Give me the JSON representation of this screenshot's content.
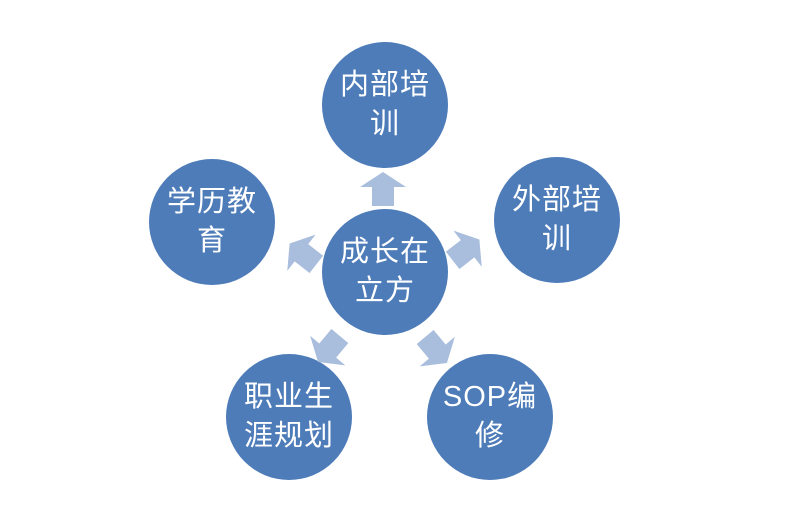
{
  "diagram": {
    "type": "radial-cycle",
    "colors": {
      "node": "#4e7cb9",
      "arrow": "#a9bedd",
      "text": "#ffffff",
      "background": "#ffffff"
    },
    "center": {
      "label": "成长在立方",
      "line1": "成长在",
      "line2": "立方"
    },
    "satellites": [
      {
        "position": "top",
        "label": "内部培训",
        "line1": "内部培",
        "line2": "训"
      },
      {
        "position": "right",
        "label": "外部培训",
        "line1": "外部培",
        "line2": "训"
      },
      {
        "position": "bottom-right",
        "label": "SOP编修",
        "line1": "SOP编",
        "line2": "修"
      },
      {
        "position": "bottom-left",
        "label": "职业生涯规划",
        "line1": "职业生",
        "line2": "涯规划"
      },
      {
        "position": "left",
        "label": "学历教育",
        "line1": "学历教",
        "line2": "育"
      }
    ],
    "arrows": [
      {
        "icon": "arrow-up-icon",
        "direction": "up"
      },
      {
        "icon": "arrow-upper-right-icon",
        "direction": "upper-right"
      },
      {
        "icon": "arrow-upper-left-icon",
        "direction": "upper-left"
      },
      {
        "icon": "arrow-lower-left-icon",
        "direction": "lower-left"
      },
      {
        "icon": "arrow-lower-right-icon",
        "direction": "lower-right"
      }
    ]
  }
}
